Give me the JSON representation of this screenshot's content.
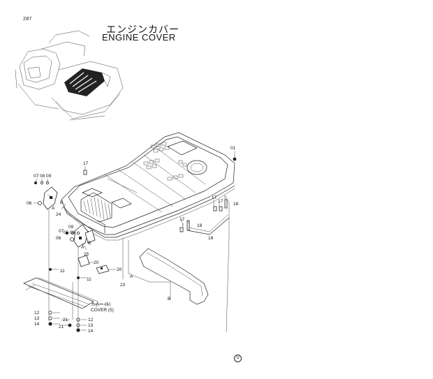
{
  "page_number": "287",
  "title_jp": "エンジンカバー",
  "title_en": "ENGINE COVER",
  "footer_mark": "U",
  "labels": {
    "p01": "01",
    "p17a": "17",
    "p07": "07",
    "p08": "08",
    "p09": "09",
    "p06": "06",
    "pA1": "A",
    "pB1": "B",
    "p24": "24",
    "p07b": "07",
    "p06b": "06",
    "p09b": "09",
    "p08b": "08",
    "p06c": "06",
    "pA2": "A",
    "pB2": "B",
    "p25": "25",
    "p20a": "20",
    "p20b": "20",
    "p11a": "11",
    "p11b": "11",
    "p12a": "12",
    "p13a": "13",
    "p14a": "14",
    "p21a": "21",
    "p21b": "21",
    "p12b": "12",
    "p13b": "13",
    "p14b": "14",
    "p17b": "17",
    "p18a": "18",
    "p17c": "17",
    "p17d": "17",
    "p18b": "18",
    "p16": "16",
    "p23": "23",
    "pA3": "A",
    "pB3": "B",
    "cover_jp": "カバー (5)",
    "cover_en": "COVER (5)"
  }
}
